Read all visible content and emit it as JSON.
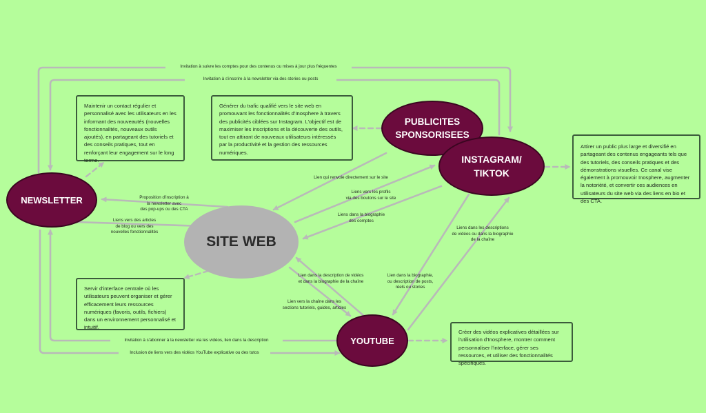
{
  "colors": {
    "background": "#b5fd9b",
    "node_purple": "#6b0b3d",
    "node_grey": "#b3b3b3",
    "arrow": "#b9b9b9",
    "box_border": "#3b5b3b"
  },
  "nodes": {
    "newsletter": "NEWSLETTER",
    "site_web": "SITE WEB",
    "publicites": "PUBLICITES\nSPONSORISEES",
    "instagram": "INSTAGRAM/\nTIKTOK",
    "youtube": "YOUTUBE"
  },
  "boxes": {
    "newsletter_desc": "Maintenir un contact régulier et personnalisé avec les utilisateurs en les informant des nouveautés (nouvelles fonctionnalités, nouveaux outils ajoutés), en partageant des tutoriels et des conseils pratiques, tout en renforçant leur engagement sur le long terme.",
    "publicites_desc": "Générer du trafic qualifié vers le site web en promouvant les fonctionnalités d'Inosphere à travers des publicités ciblées sur Instagram. L'objectif est de maximiser les inscriptions et la découverte des outils, tout en attirant de nouveaux utilisateurs intéressés par la productivité et la gestion des ressources numériques.",
    "instagram_desc": "Attirer un public plus large et diversifié en partageant des contenus engageants tels que des tutoriels, des conseils pratiques et des démonstrations visuelles. Ce canal vise également à promouvoir Inosphere, augmenter la notoriété, et convertir ces audiences en utilisateurs du site web via des liens en bio et des CTA.",
    "site_desc": "Servir d'interface centrale où les utilisateurs peuvent organiser et gérer efficacement leurs ressources numériques (favoris, outils, fichiers) dans un environnement personnalisé et intuitif.",
    "youtube_desc": "Créer des vidéos explicatives détaillées sur l'utilisation d'Inosphere, montrer comment personnaliser l'interface, gérer ses ressources, et utiliser des fonctionnalités spécifiques."
  },
  "labels": {
    "top_follow": "Invitation à suivre les comptes pour des contenus ou mises à jour plus fréquentes",
    "top_subscribe": "Invitation à s'inscrire à la newsletter via des stories ou posts",
    "proposition": "Proposition d'inscription à\nla newsletter avec\ndes pop-ups ou des CTA",
    "liens_articles": "Liens vers des articles\nde blog ou vers des\nnouvelles fonctionnalités",
    "lien_direct": "Lien qui renvoie directement sur le site",
    "liens_profils": "Liens vers les profils\nvia des boutons sur le site",
    "liens_bio": "Liens dans la biographie\ndes comptes",
    "liens_desc_videos": "Liens dans les descriptions\nde vidéos ou dans la biographie\nde la chaîne",
    "lien_desc_chaine": "Lien dans la description de vidéos\net dans la biographie de la chaîne",
    "lien_bio_posts": "Lien dans la biographie,\nou description de posts,\nréels ou stories",
    "lien_sections": "Lien vers la chaîne dans les\nsections tutoriels, guides, articles",
    "abonner": "Invitation à s'abonner à la newsletter via les vidéos, lien dans la description",
    "inclusion": "Inclusion de liens vers des vidéos YouTube explicative ou des tutos"
  }
}
